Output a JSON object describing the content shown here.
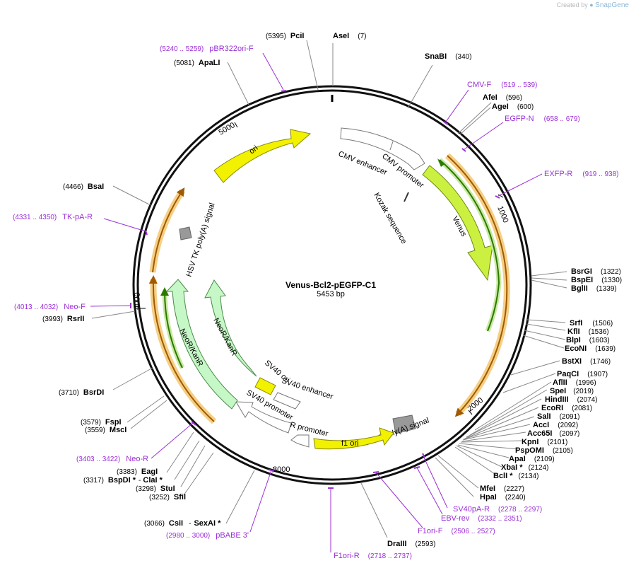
{
  "header": {
    "created_by": "Created by",
    "app_name": "SnapGene",
    "app_logo_icon": "snapgene-logo-icon"
  },
  "plasmid": {
    "name": "Venus-Bcl2-pEGFP-C1",
    "length_label": "5453 bp",
    "length": 5453
  },
  "colors": {
    "primer": "#9b30d6",
    "ori": "#f2f200",
    "venus": "#ccf040",
    "neo": "#c6f7c6",
    "orf": "#e8a020",
    "orf_inner": "#40a010",
    "gray": "#999999"
  },
  "ticks": [
    "1000",
    "2000",
    "3000",
    "4000",
    "5000"
  ],
  "sites": [
    {
      "name": "AseI",
      "pos": "(7)"
    },
    {
      "name": "SnaBI",
      "pos": "(340)"
    },
    {
      "name": "AfeI",
      "pos": "(596)"
    },
    {
      "name": "AgeI",
      "pos": "(600)"
    },
    {
      "name": "BsrGI",
      "pos": "(1322)"
    },
    {
      "name": "BspEI",
      "pos": "(1330)"
    },
    {
      "name": "BglII",
      "pos": "(1339)"
    },
    {
      "name": "SrfI",
      "pos": "(1506)"
    },
    {
      "name": "KflI",
      "pos": "(1536)"
    },
    {
      "name": "BlpI",
      "pos": "(1603)"
    },
    {
      "name": "EcoNI",
      "pos": "(1639)"
    },
    {
      "name": "BstXI",
      "pos": "(1746)"
    },
    {
      "name": "PaqCI",
      "pos": "(1907)"
    },
    {
      "name": "AflII",
      "pos": "(1996)"
    },
    {
      "name": "SpeI",
      "pos": "(2019)"
    },
    {
      "name": "HindIII",
      "pos": "(2074)"
    },
    {
      "name": "EcoRI",
      "pos": "(2081)"
    },
    {
      "name": "SalI",
      "pos": "(2091)"
    },
    {
      "name": "AccI",
      "pos": "(2092)"
    },
    {
      "name": "Acc65I",
      "pos": "(2097)"
    },
    {
      "name": "KpnI",
      "pos": "(2101)"
    },
    {
      "name": "PspOMI",
      "pos": "(2105)"
    },
    {
      "name": "ApaI",
      "pos": "(2109)"
    },
    {
      "name": "XbaI *",
      "pos": "(2124)"
    },
    {
      "name": "BclI *",
      "pos": "(2134)"
    },
    {
      "name": "MfeI",
      "pos": "(2227)"
    },
    {
      "name": "HpaI",
      "pos": "(2240)"
    },
    {
      "name": "DraIII",
      "pos": "(2593)"
    },
    {
      "name": "CsiI",
      "pos": "(3066)",
      "sep": "-",
      "name2": "SexAI *"
    },
    {
      "name": "SfiI",
      "pos": "(3252)"
    },
    {
      "name": "StuI",
      "pos": "(3298)"
    },
    {
      "name": "BspDI *",
      "pos": "(3317)",
      "sep": "-",
      "name2": "ClaI *"
    },
    {
      "name": "EagI",
      "pos": "(3383)"
    },
    {
      "name": "MscI",
      "pos": "(3559)"
    },
    {
      "name": "FspI",
      "pos": "(3579)"
    },
    {
      "name": "BsrDI",
      "pos": "(3710)"
    },
    {
      "name": "RsrII",
      "pos": "(3993)"
    },
    {
      "name": "BsaI",
      "pos": "(4466)"
    },
    {
      "name": "ApaLI",
      "pos": "(5081)"
    },
    {
      "name": "PciI",
      "pos": "(5395)"
    }
  ],
  "primers": [
    {
      "name": "CMV-F",
      "range": "(519 .. 539)"
    },
    {
      "name": "EGFP-N",
      "range": "(658 .. 679)"
    },
    {
      "name": "EXFP-R",
      "range": "(919 .. 938)"
    },
    {
      "name": "SV40pA-R",
      "range": "(2278 .. 2297)"
    },
    {
      "name": "EBV-rev",
      "range": "(2332 .. 2351)"
    },
    {
      "name": "F1ori-F",
      "range": "(2506 .. 2527)"
    },
    {
      "name": "F1ori-R",
      "range": "(2718 .. 2737)"
    },
    {
      "name": "pBABE 3'",
      "range": "(2980 .. 3000)"
    },
    {
      "name": "Neo-R",
      "range": "(3403 .. 3422)"
    },
    {
      "name": "Neo-F",
      "range": "(4013 .. 4032)"
    },
    {
      "name": "TK-pA-R",
      "range": "(4331 .. 4350)"
    },
    {
      "name": "pBR322ori-F",
      "range": "(5240 .. 5259)"
    }
  ],
  "features": {
    "cmv_enhancer": "CMV enhancer",
    "cmv_promoter": "CMV promoter",
    "kozak": "Kozak sequence",
    "venus": "Venus",
    "sv40_polya": "SV40 poly(A) signal",
    "f1_ori": "f1 ori",
    "ampr_promoter": "AmpR promoter",
    "sv40_promoter": "SV40 promoter",
    "sv40_enhancer": "SV40 enhancer",
    "sv40_ori": "SV40 ori",
    "neor_inner": "NeoR/KanR",
    "neor_outer": "NeoR/KanR",
    "hsv_tk": "HSV TK poly(A) signal",
    "ori": "ori"
  }
}
